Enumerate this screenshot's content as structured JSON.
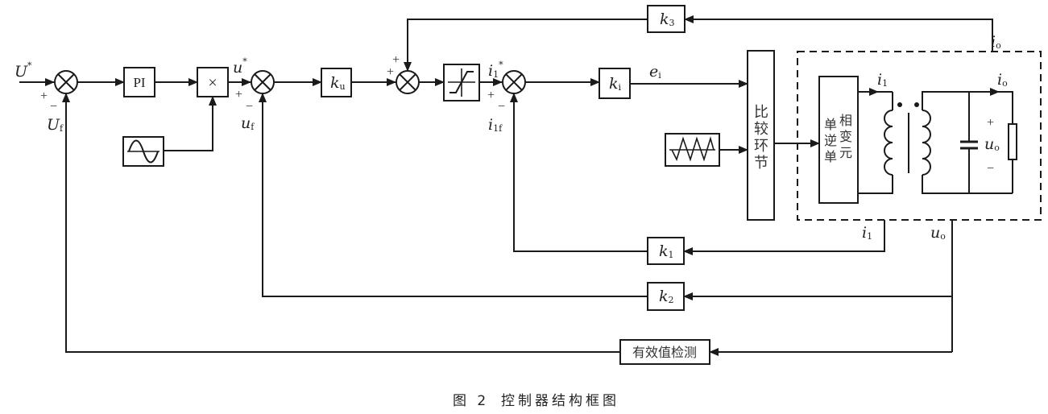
{
  "figure": {
    "caption_number": "图 2",
    "caption_title": "控制器结构框图"
  },
  "signals": {
    "voltage_ref": {
      "main": "U",
      "sup": "*"
    },
    "voltage_rms_feedback": {
      "main": "U",
      "sub": "f"
    },
    "inst_voltage_ref": {
      "main": "u",
      "sup": "*"
    },
    "inst_voltage_feedback": {
      "main": "u",
      "sub": "f"
    },
    "current_ref": {
      "main": "i",
      "sub": "1",
      "sup": "*"
    },
    "current_feedback": {
      "main": "i",
      "sub": "1f"
    },
    "error": {
      "main": "e",
      "sub": "i"
    },
    "primary_current": {
      "main": "i",
      "sub": "1"
    },
    "output_current": {
      "main": "i",
      "sub": "o"
    },
    "output_voltage": {
      "main": "u",
      "sub": "o"
    }
  },
  "signs": {
    "plus": "+",
    "minus": "−"
  },
  "blocks": {
    "pi": {
      "label": "PI"
    },
    "multiplier": {
      "label": "×"
    },
    "ku": {
      "main": "k",
      "sub": "u"
    },
    "ki": {
      "main": "k",
      "sub": "i"
    },
    "k1": {
      "main": "k",
      "sub": "1"
    },
    "k2": {
      "main": "k",
      "sub": "2"
    },
    "k3": {
      "main": "k",
      "sub": "3"
    },
    "compare": {
      "chars": [
        "比",
        "较",
        "环",
        "节"
      ]
    },
    "inverter": {
      "col_left": [
        "单",
        "逆",
        "单"
      ],
      "col_right": [
        "相",
        "变",
        "元"
      ]
    },
    "rms_detect": {
      "label": "有效值检测"
    }
  },
  "icons": {
    "sine_source": "sine-wave-icon",
    "triangle_carrier": "triangle-wave-icon",
    "limiter": "saturation-limiter-icon",
    "summing_junction": "summing-junction-icon"
  }
}
